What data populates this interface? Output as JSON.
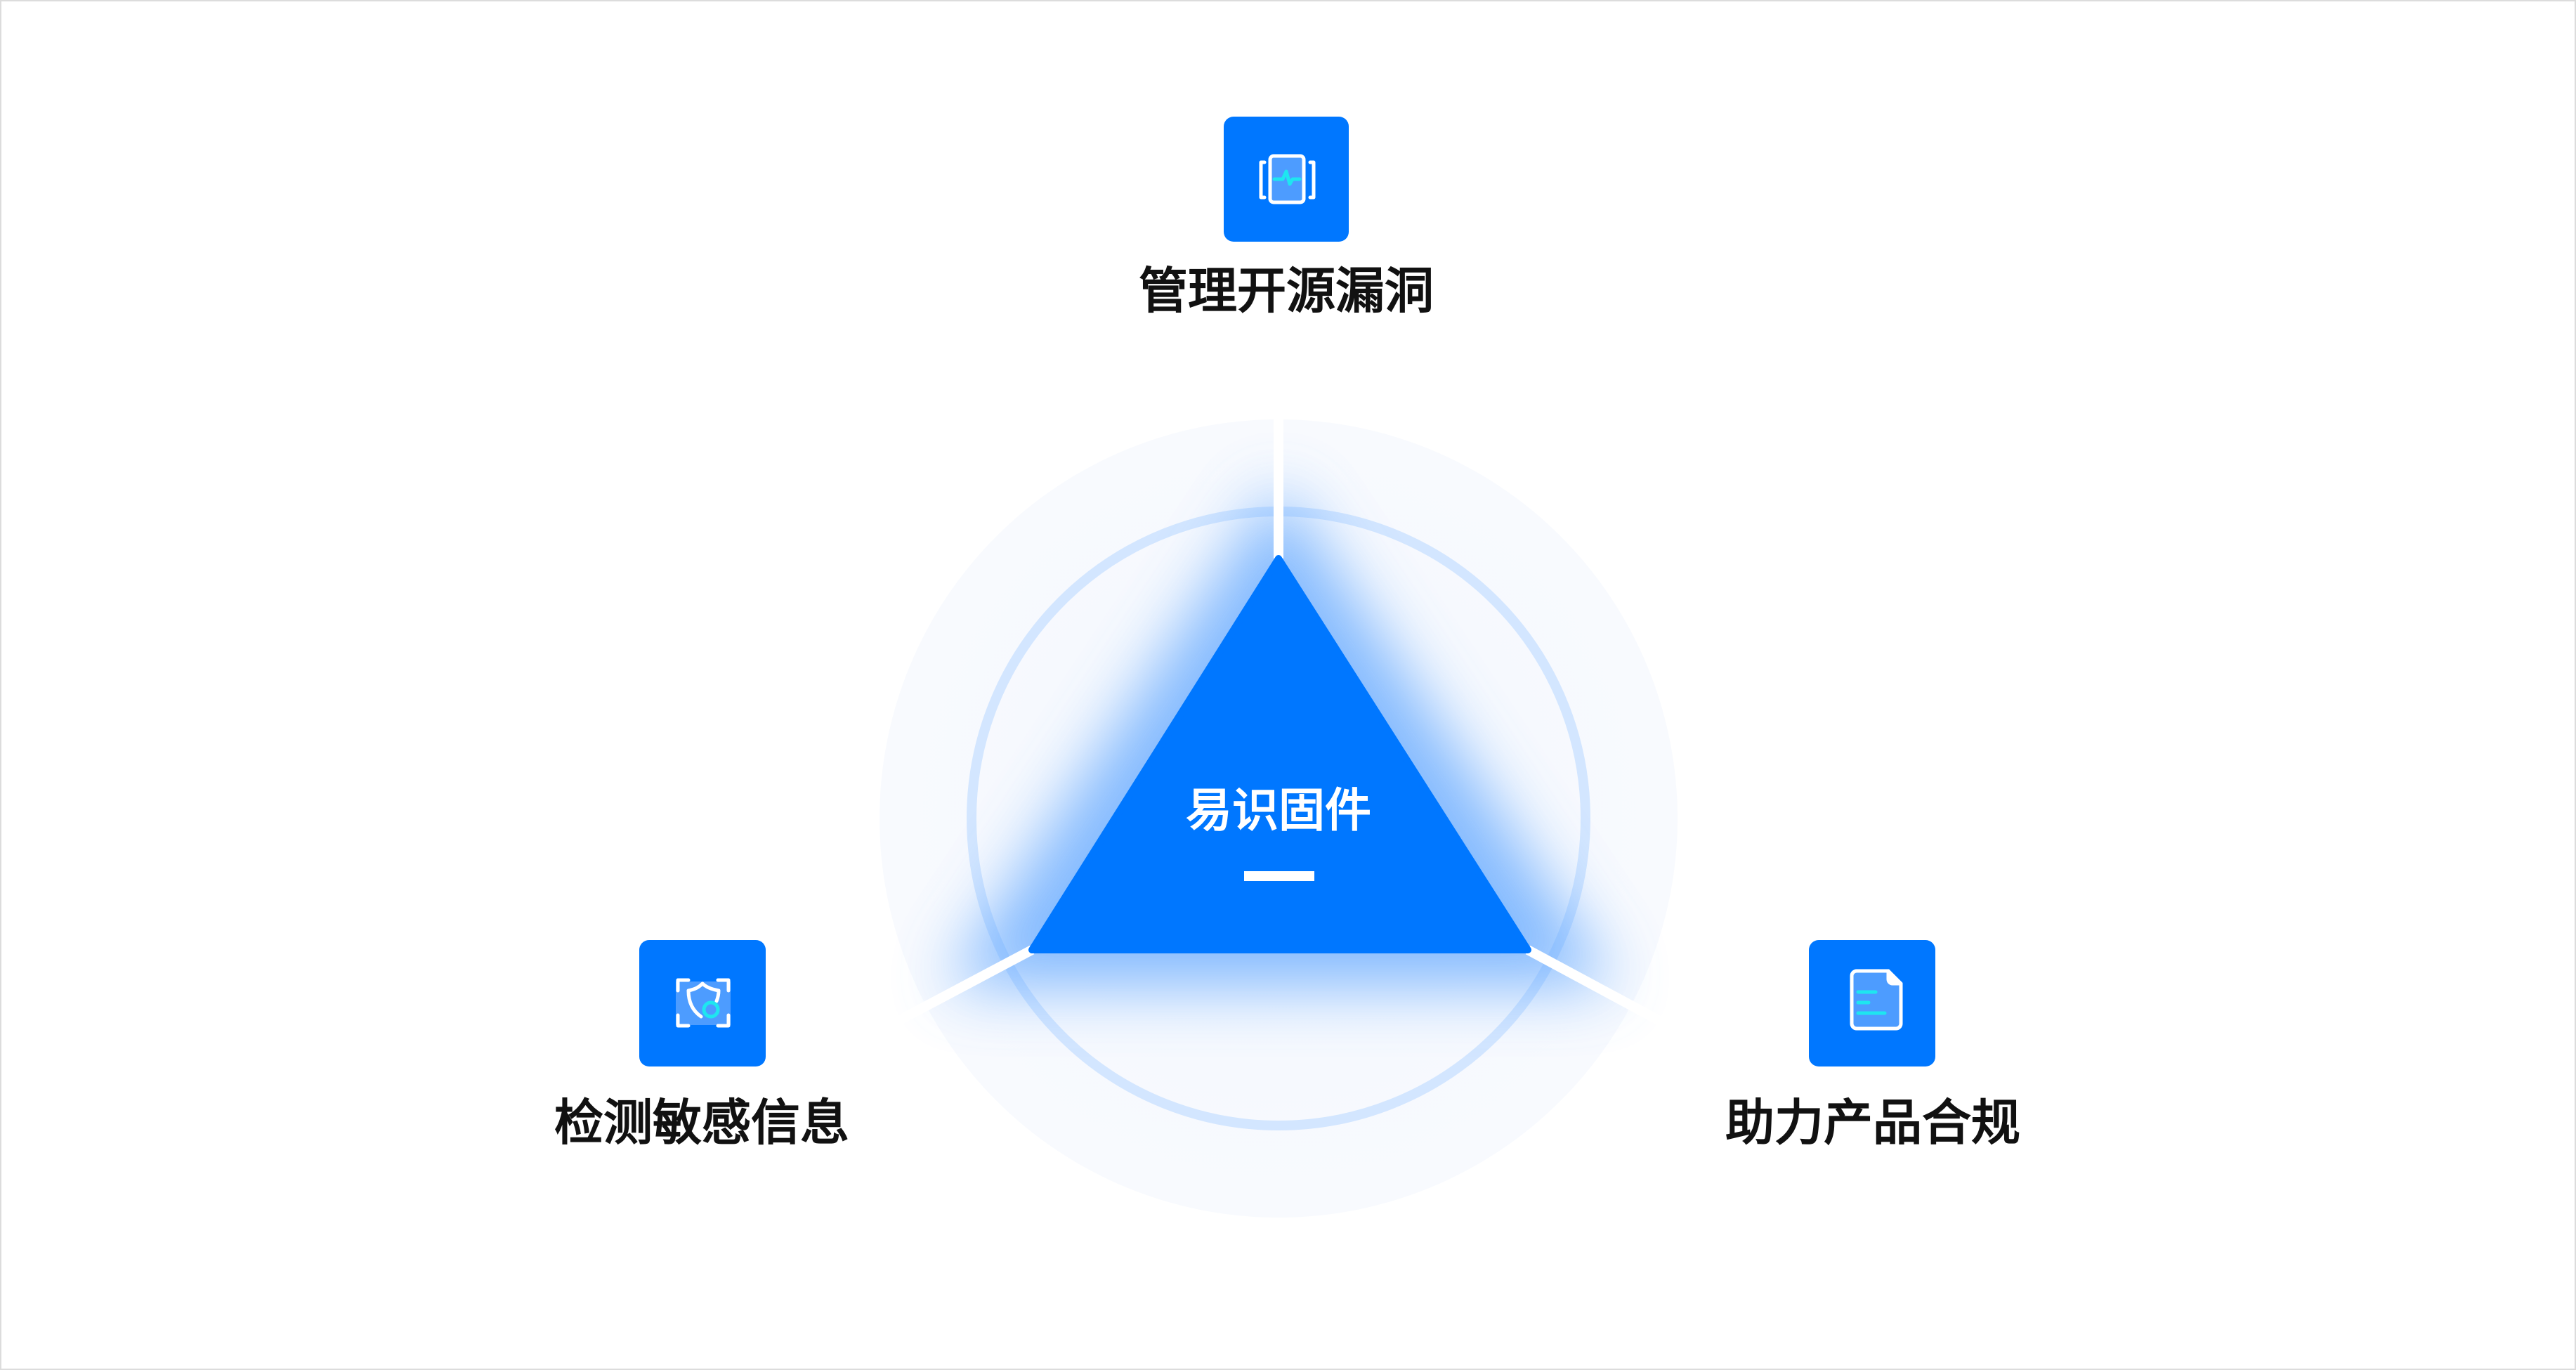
{
  "center": {
    "title": "易识固件"
  },
  "nodes": [
    {
      "label": "管理开源漏洞",
      "icon": "device-pulse-icon"
    },
    {
      "label": "检测敏感信息",
      "icon": "shield-scan-icon"
    },
    {
      "label": "助力产品合规",
      "icon": "document-icon"
    }
  ],
  "colors": {
    "primary": "#0077FF",
    "accent": "#1EE6F0",
    "ring": "#D3E6FF",
    "halo": "#F7FAFE"
  }
}
